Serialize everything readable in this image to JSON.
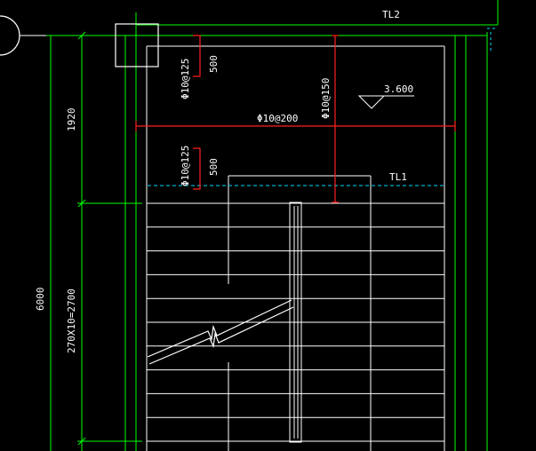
{
  "colors": {
    "background": "#000000",
    "dimension": "#00ff00",
    "wall": "#00ff00",
    "outline": "#ffffff",
    "rebar": "#ff2020",
    "beam_hidden": "#00d8ff",
    "text": "#ffffff"
  },
  "labels": {
    "beam_top": "TL2",
    "beam_mid": "TL1",
    "elevation": "3.600",
    "rebar_main": "Φ10@200",
    "rebar_top_left": "Φ10@125",
    "rebar_mid_left": "Φ10@125",
    "rebar_right": "Φ10@150",
    "rebar_len_top": "500",
    "rebar_len_mid": "500",
    "dim_landing": "1920",
    "dim_total": "6000",
    "dim_steps": "270X10=2700"
  }
}
